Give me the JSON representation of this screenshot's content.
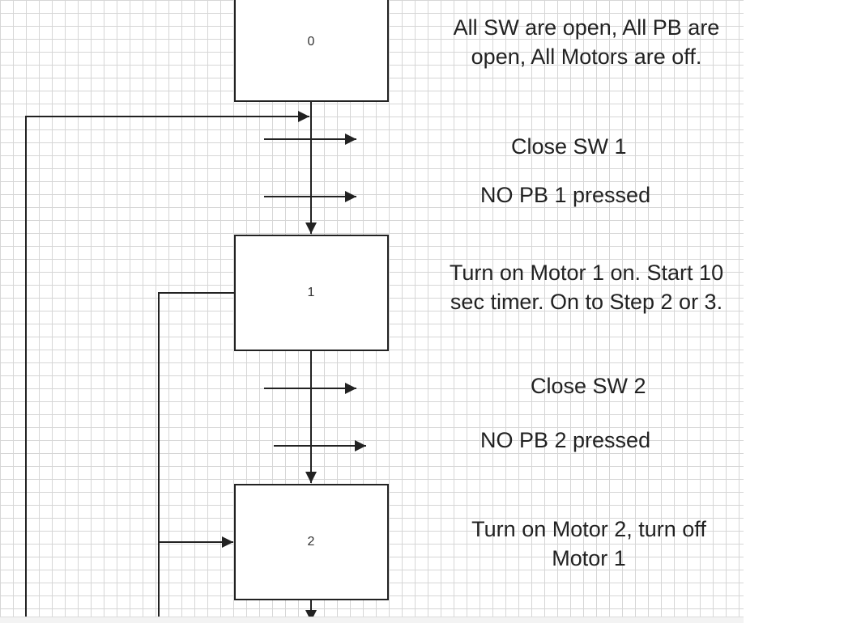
{
  "steps": [
    {
      "label": "0",
      "description": [
        "All SW are open, All PB are",
        "open, All Motors are off."
      ]
    },
    {
      "label": "1",
      "description": [
        "Turn on Motor 1 on. Start 10",
        "sec timer. On to Step 2 or 3."
      ]
    },
    {
      "label": "2",
      "description": [
        "Turn on Motor 2, turn off",
        "Motor 1"
      ]
    }
  ],
  "transitions": [
    {
      "text": "Close SW 1"
    },
    {
      "text": "NO PB 1 pressed"
    },
    {
      "text": "Close SW 2"
    },
    {
      "text": "NO PB 2 pressed"
    }
  ],
  "colors": {
    "line": "#222222",
    "grid": "#d6d6d6"
  }
}
